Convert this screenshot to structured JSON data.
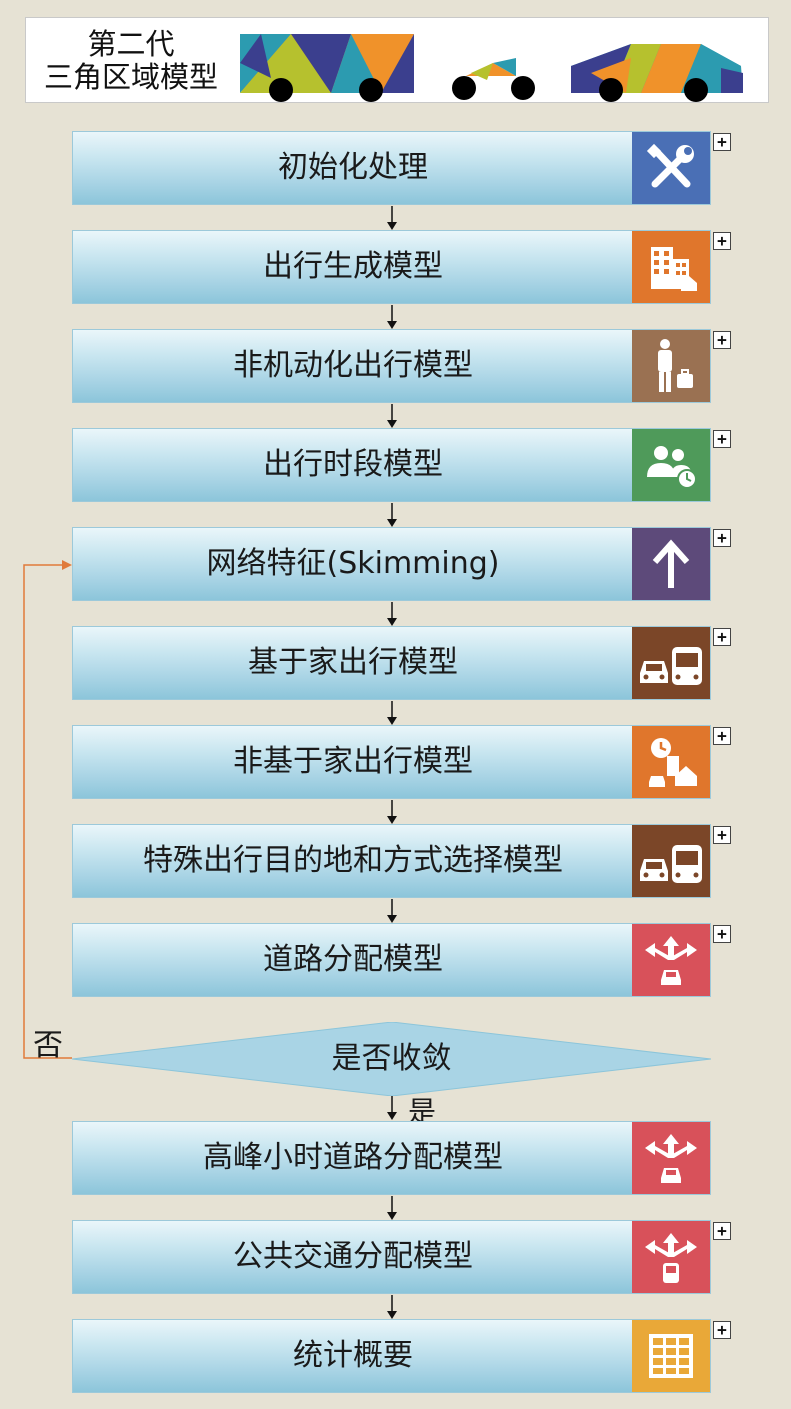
{
  "header": {
    "title_line1": "第二代",
    "title_line2": "三角区域模型"
  },
  "steps": [
    {
      "label": "初始化处理",
      "icon": "tools-icon",
      "color": "#4a6fb5",
      "plus": true
    },
    {
      "label": "出行生成模型",
      "icon": "building-icon",
      "color": "#e0762c",
      "plus": true
    },
    {
      "label": "非机动化出行模型",
      "icon": "businessman-icon",
      "color": "#9a7152",
      "plus": true
    },
    {
      "label": "出行时段模型",
      "icon": "people-clock-icon",
      "color": "#4f9a5a",
      "plus": true
    },
    {
      "label": "网络特征(Skimming)",
      "icon": "arrow-up-icon",
      "color": "#5d4a7a",
      "plus": true
    },
    {
      "label": "基于家出行模型",
      "icon": "car-bus-icon",
      "color": "#7b4628",
      "plus": true
    },
    {
      "label": "非基于家出行模型",
      "icon": "clock-house-icon",
      "color": "#e0762c",
      "plus": true
    },
    {
      "label": "特殊出行目的地和方式选择模型",
      "icon": "car-bus-icon",
      "color": "#7b4628",
      "plus": true
    },
    {
      "label": "道路分配模型",
      "icon": "road-split-icon",
      "color": "#d8515a",
      "plus": true
    },
    {
      "label": "高峰小时道路分配模型",
      "icon": "road-split-icon",
      "color": "#d8515a",
      "plus": false
    },
    {
      "label": "公共交通分配模型",
      "icon": "road-split-bus-icon",
      "color": "#d8515a",
      "plus": true
    },
    {
      "label": "统计概要",
      "icon": "grid-icon",
      "color": "#e9a838",
      "plus": true
    }
  ],
  "decision": {
    "label": "是否收敛",
    "no_label": "否",
    "yes_label": "是"
  }
}
